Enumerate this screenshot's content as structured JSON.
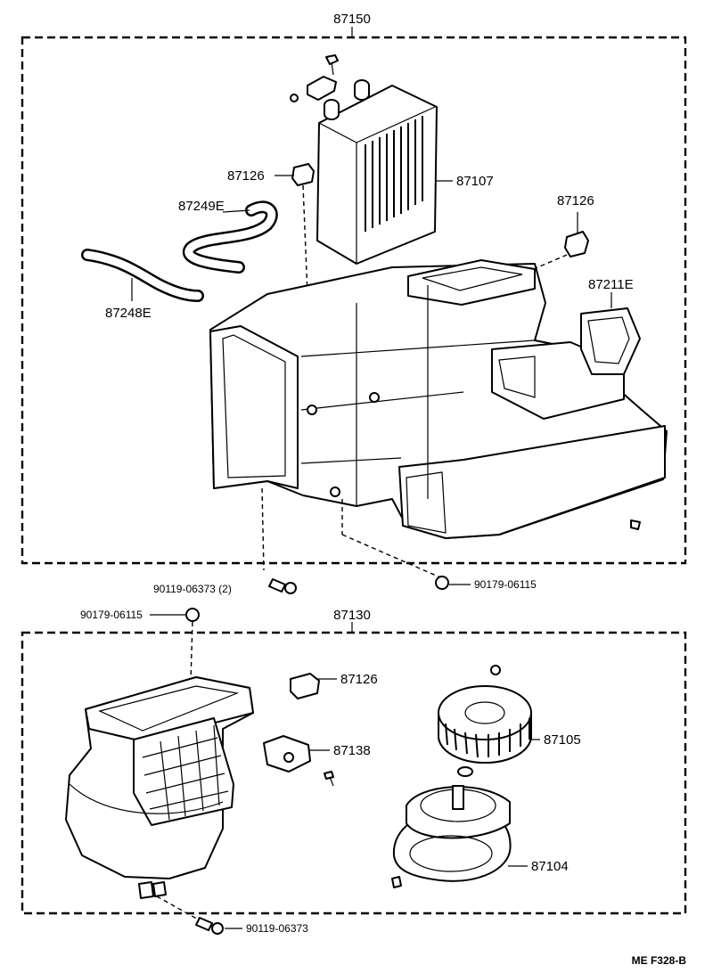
{
  "diagram": {
    "assembly_upper": "87150",
    "assembly_lower": "87130",
    "footer_code": "ME  F328-B",
    "parts": {
      "heater_core": "87107",
      "clip_upper": "87126",
      "clip_right": "87126",
      "clip_lower": "87126",
      "hose_upper": "87249E",
      "hose_lower": "87248E",
      "duct": "87211E",
      "bolt_left": "90119-06373 (2)",
      "nut_right": "90179-06115",
      "nut_lower": "90179-06115",
      "bracket": "87138",
      "fan": "87105",
      "motor": "87104",
      "bolt_bottom": "90119-06373"
    }
  }
}
